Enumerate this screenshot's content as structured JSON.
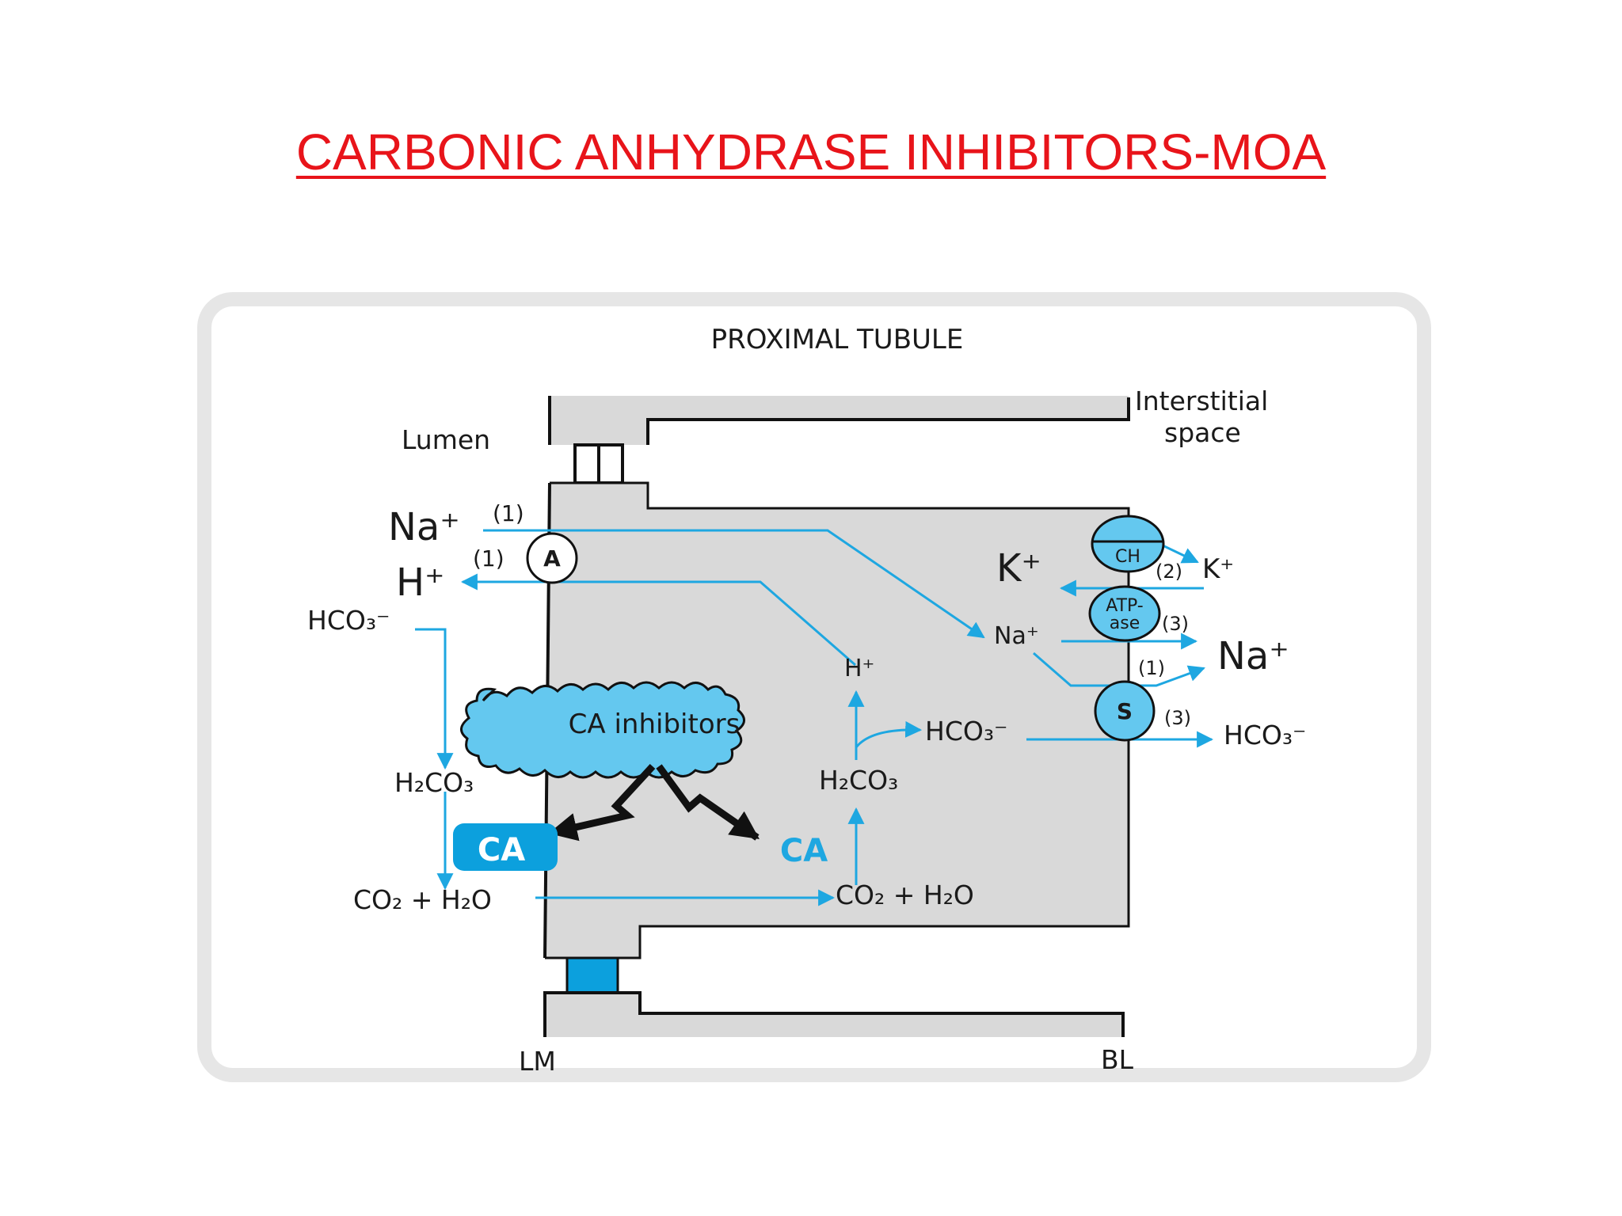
{
  "slide": {
    "title": "CARBONIC ANHYDRASE INHIBITORS-MOA"
  },
  "diagram": {
    "heading": "PROXIMAL TUBULE",
    "lumen": "Lumen",
    "interstitial_1": "Interstitial",
    "interstitial_2": "space",
    "lm": "LM",
    "bl": "BL",
    "na_left": "Na⁺",
    "h_left": "H⁺",
    "label_1a": "(1)",
    "label_1b": "(1)",
    "transporter_a": "A",
    "hco3_left": "HCO₃⁻",
    "ca_inhibitors": "CA inhibitors",
    "h2co3_left": "H₂CO₃",
    "ca_luminal": "CA",
    "ca_cell": "CA",
    "co2_h2o_left": "CO₂ + H₂O",
    "co2_h2o_cell": "CO₂ + H₂O",
    "h2co3_cell": "H₂CO₃",
    "h_cell": "H⁺",
    "hco3_cell": "HCO₃⁻",
    "na_cell": "Na⁺",
    "k_cell": "K⁺",
    "ch": "CH",
    "atpase_1": "ATP-",
    "atpase_2": "ase",
    "s": "S",
    "label_2": "(2)",
    "label_3a": "(3)",
    "label_1c": "(1)",
    "label_3b": "(3)",
    "k_right": "K⁺",
    "na_right": "Na⁺",
    "hco3_right": "HCO₃⁻",
    "colors": {
      "title": "#e8141a",
      "transport_blue": "#1ea7e1",
      "cell_gray": "#d9d9d9"
    }
  }
}
